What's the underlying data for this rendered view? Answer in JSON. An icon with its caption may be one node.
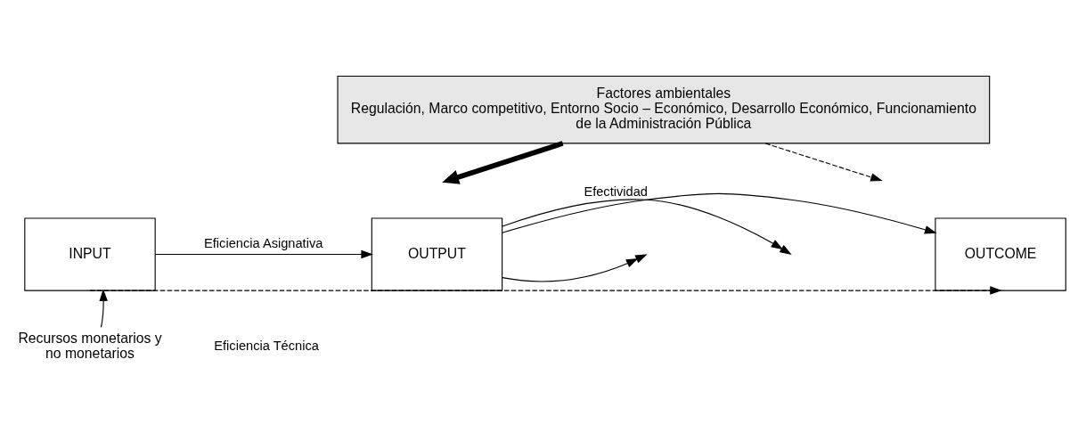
{
  "diagram": {
    "nodes": [
      {
        "text": [
          "Factores ambientales",
          "Regulación, Marco competitivo, Entorno Socio – Económico, Desarrollo Económico, Funcionamiento de la Administración Pública"
        ]
      },
      {
        "text": [
          "INPUT"
        ]
      },
      {
        "text": [
          "OUTPUT"
        ]
      },
      {
        "text": [
          "OUTCOME"
        ]
      },
      {
        "text": [
          "Recursos monetarios y no monetarios"
        ]
      }
    ],
    "edges": [
      {
        "from": 0,
        "to": null,
        "arrow": "to",
        "style": "thick"
      },
      {
        "from": 0,
        "to": null,
        "arrow": "to",
        "style": "dashed"
      },
      {
        "from": 1,
        "to": 2,
        "arrow": "to",
        "label": "Eficiencia Asignativa"
      },
      {
        "from": 2,
        "to": null,
        "arrow": "to",
        "label": "Efectividad"
      },
      {
        "from": 2,
        "to": 3,
        "arrow": "to"
      },
      {
        "from": 2,
        "to": null,
        "arrow": "to"
      },
      {
        "from": 1,
        "to": 3,
        "arrow": "to",
        "style": "dashed"
      },
      {
        "from": 4,
        "to": 1,
        "arrow": "to"
      }
    ],
    "labels": [
      "Eficiencia Técnica"
    ]
  }
}
